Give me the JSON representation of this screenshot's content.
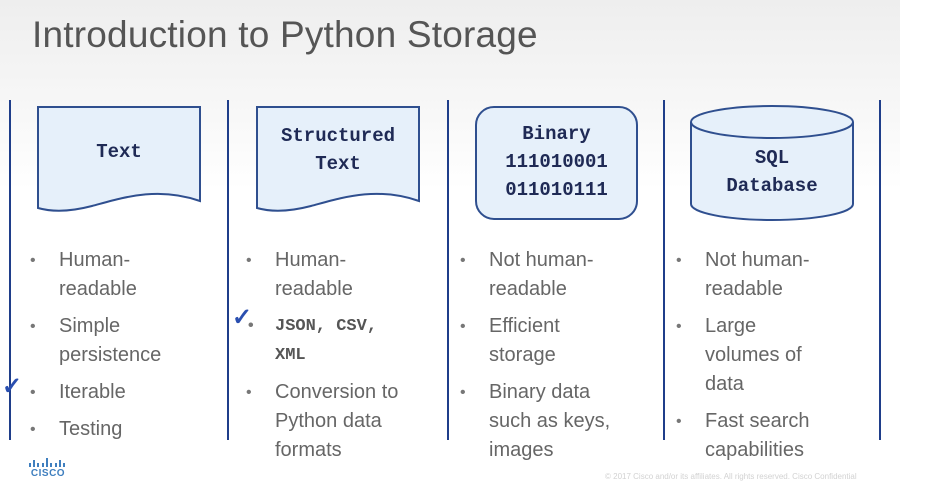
{
  "slide": {
    "title": "Introduction to Python Storage"
  },
  "columns": [
    {
      "id": "text",
      "icon": "document-icon",
      "label": "Text",
      "bullets": [
        "Human-\nreadable",
        "Simple\npersistence",
        "Iterable",
        "Testing"
      ]
    },
    {
      "id": "structured",
      "icon": "document-icon",
      "label": "Structured\nText",
      "bullets": [
        "Human-\nreadable",
        "JSON, CSV,\nXML",
        "Conversion to\nPython data\nformats"
      ]
    },
    {
      "id": "binary",
      "icon": "rounded-box-icon",
      "label": "Binary\n111010001\n011010111",
      "bullets": [
        "Not human-\nreadable",
        "Efficient\nstorage",
        "Binary data\nsuch as keys,\nimages"
      ]
    },
    {
      "id": "sql",
      "icon": "database-cylinder-icon",
      "label": "SQL\nDatabase",
      "bullets": [
        "Not human-\nreadable",
        "Large\nvolumes of\ndata",
        "Fast search\ncapabilities"
      ]
    }
  ],
  "annotations": {
    "checkmark": "✓"
  },
  "branding": {
    "logo_text": "CISCO",
    "accent_color": "#1f3e8a",
    "logo_color": "#3f7fbf"
  },
  "footer": {
    "text": "© 2017 Cisco and/or its affiliates. All rights reserved.   Cisco Confidential"
  }
}
